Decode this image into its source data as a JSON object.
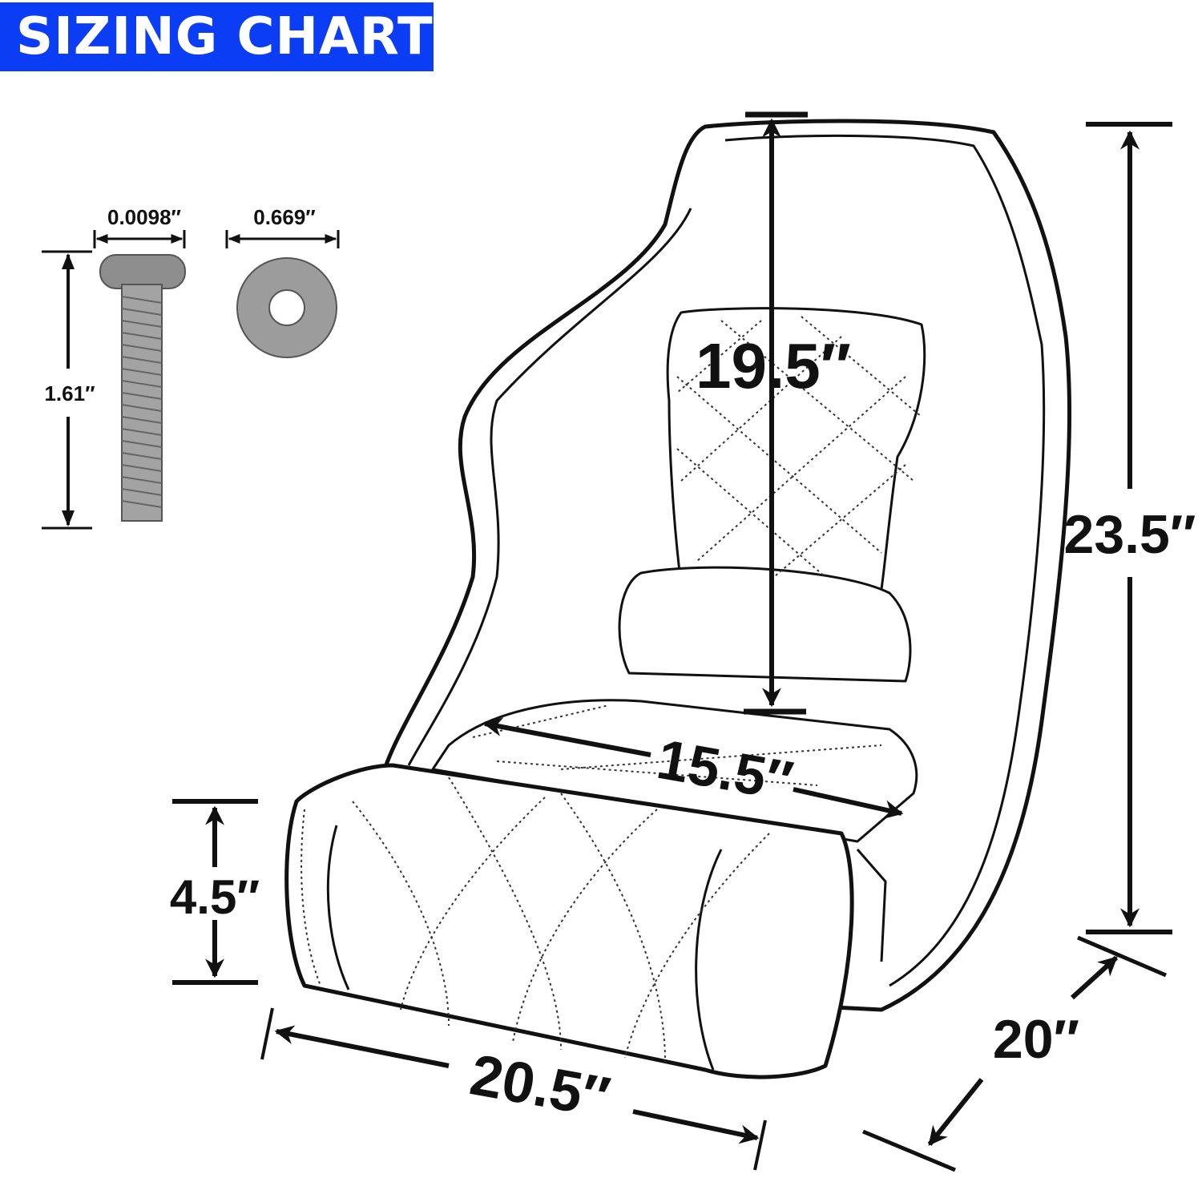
{
  "title": "SIZING CHART",
  "colors": {
    "title_bg": "#0a3df4",
    "title_text": "#ffffff",
    "ink": "#111111",
    "hardware_metal": "#9a9a9a"
  },
  "dimensions": {
    "bolt_head_width": "0.0098″",
    "washer_diameter": "0.669″",
    "bolt_length": "1.61″",
    "backrest_height": "19.5″",
    "seat_depth_inner": "15.5″",
    "total_height": "23.5″",
    "cushion_height": "4.5″",
    "seat_width": "20.5″",
    "seat_depth": "20″"
  }
}
